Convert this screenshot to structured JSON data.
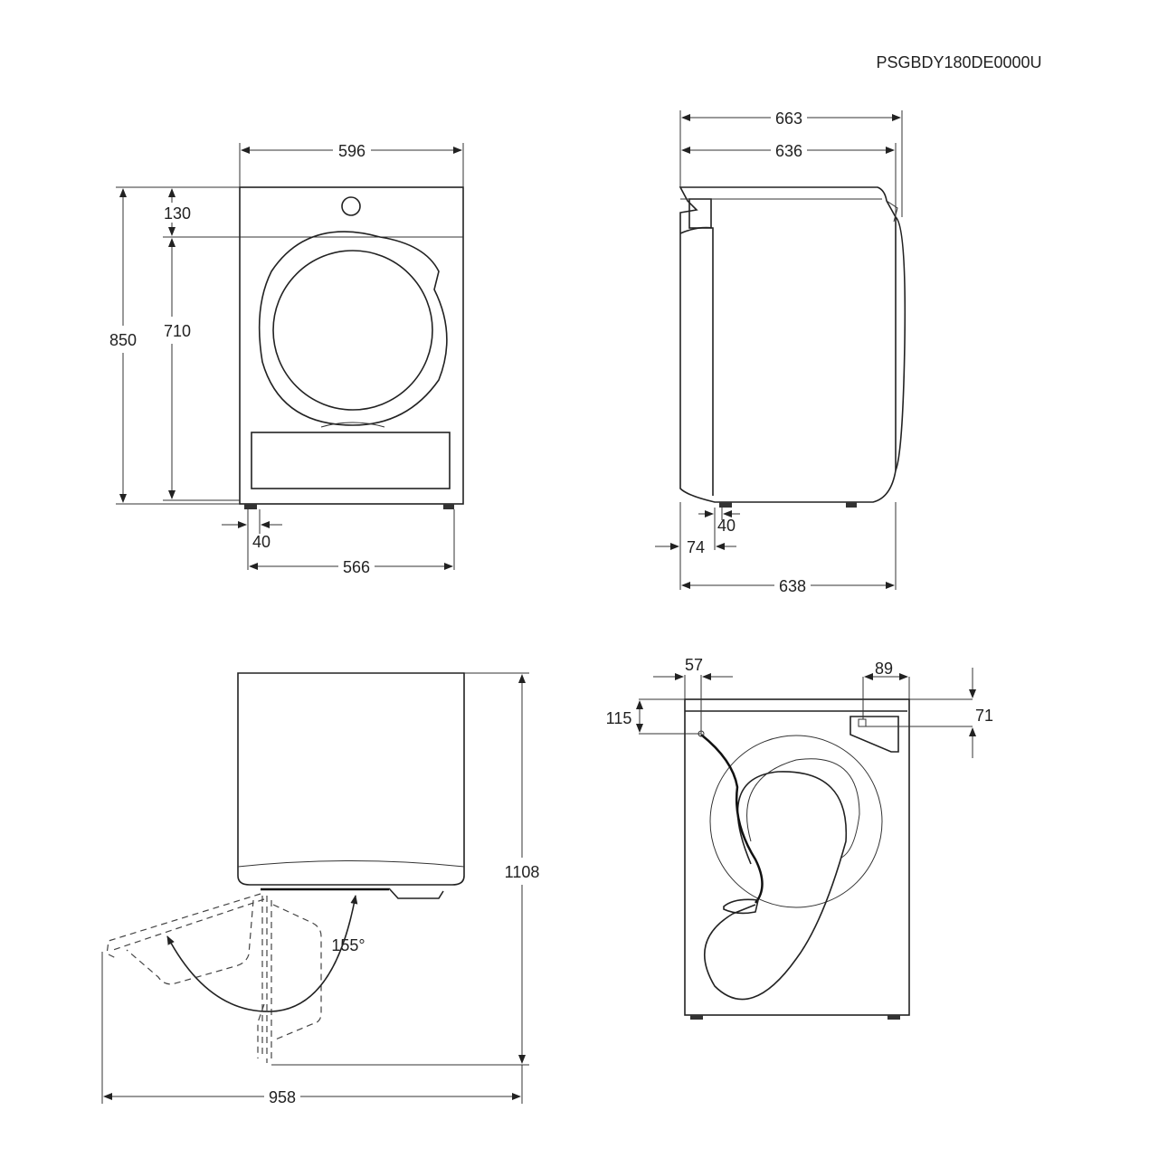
{
  "model_code": "PSGBDY180DE0000U",
  "front_view": {
    "width_total": "596",
    "height_total": "850",
    "top_panel_height": "130",
    "door_area_height": "710",
    "foot_inset": "40",
    "foot_span": "566"
  },
  "side_view": {
    "depth_total": "663",
    "depth_body": "636",
    "foot_inset": "40",
    "front_to_foot": "74",
    "depth_base": "638"
  },
  "door_open_view": {
    "height_door_open": "1108",
    "depth_door_open": "958",
    "door_angle": "155°"
  },
  "rear_view": {
    "hose_offset_x": "57",
    "hose_offset_y": "115",
    "outlet_offset_x": "89",
    "outlet_offset_y": "71"
  }
}
